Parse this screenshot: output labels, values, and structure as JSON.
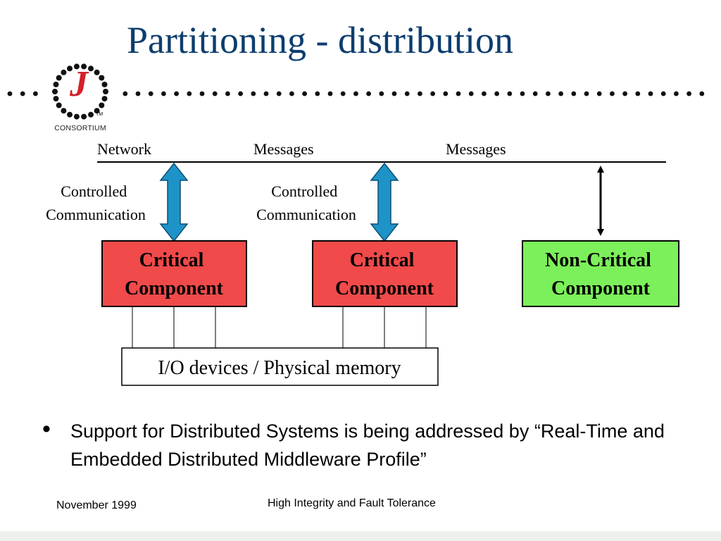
{
  "slide": {
    "title": "Partitioning - distribution",
    "logo_text": "CONSORTIUM",
    "logo_mark": "J",
    "logo_mark_sub": "TM"
  },
  "diagram": {
    "network_label": "Network",
    "messages_left": "Messages",
    "messages_right": "Messages",
    "cc_left": [
      "Controlled",
      "Communication"
    ],
    "cc_mid": [
      "Controlled",
      "Communication"
    ],
    "critical_left": [
      "Critical",
      "Component"
    ],
    "critical_mid": [
      "Critical",
      "Component"
    ],
    "noncritical": [
      "Non-Critical",
      "Component"
    ],
    "io_label": "I/O devices / Physical memory",
    "colors": {
      "critical": "#f04a4a",
      "noncritical": "#7cf05a",
      "arrow": "#1e93c8",
      "title": "#0d3d6e"
    }
  },
  "bullets": [
    "Support for Distributed Systems is being addressed by “Real-Time and Embedded Distributed Middleware Profile”"
  ],
  "footer": {
    "date": "November 1999",
    "center": "High Integrity and Fault Tolerance"
  }
}
